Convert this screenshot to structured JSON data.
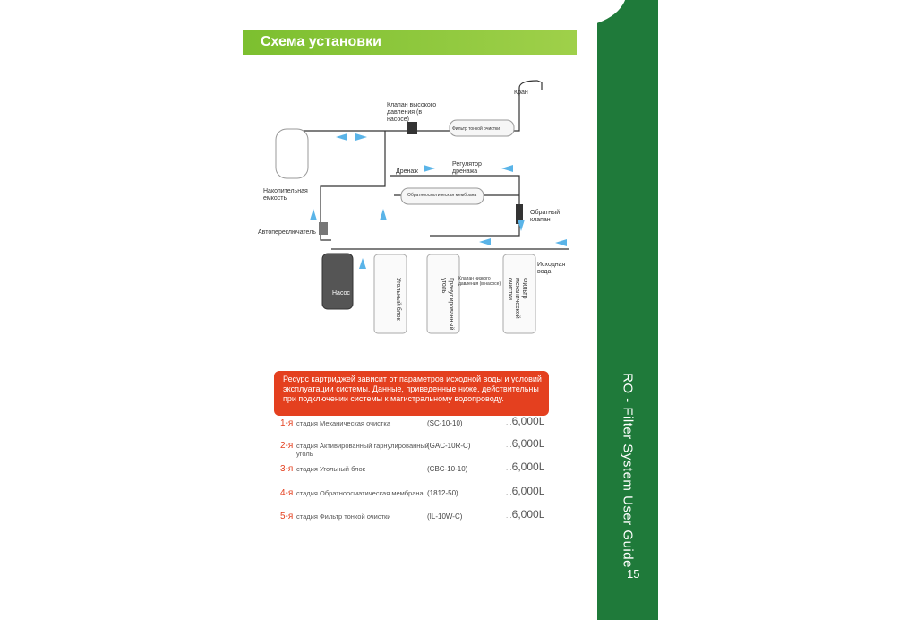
{
  "page": {
    "section_title": "Схема установки",
    "side_title": "RO - Filter System User Guide",
    "page_number": "15"
  },
  "diagram": {
    "labels": {
      "faucet": "Кран",
      "hp_valve": "Клапан высокого давления (в насосе)",
      "fine_filter": "Фильтр тонкой очистки",
      "drain": "Дренаж",
      "drain_regulator": "Регулятор дренажа",
      "tank": "Накопительная емкость",
      "membrane": "Обратноосмотическая мембрана",
      "check_valve": "Обратный клапан",
      "auto_switch": "Автопереключатель",
      "inlet": "Исходная вода",
      "pump": "Насос",
      "lp_valve": "Клапан низкого давления (в насосе)",
      "carbon_block": "Угольный блок",
      "granular_carbon": "Гранулированный уголь",
      "mechanical_filter": "Фильтр механической очистки"
    }
  },
  "notice": "Ресурс картриджей зависит от параметров исходной воды и условий эксплуатации системы. Данные, приведенные ниже, действительны при подключении системы к магистральному водопроводу.",
  "stages": [
    {
      "num": "1-я",
      "label": "стадия Механическая очистка",
      "code": "(SC-10-10)",
      "prefix": "...",
      "capacity": "6,000L"
    },
    {
      "num": "2-я",
      "label": "стадия Активированный гарнулированный уголь",
      "code": "(GAC-10R-C)",
      "prefix": "...",
      "capacity": "6,000L"
    },
    {
      "num": "3-я",
      "label": "стадия Угольный блок",
      "code": "(CBC-10-10)",
      "prefix": "...",
      "capacity": "6,000L"
    },
    {
      "num": "4-я",
      "label": "стадия Обратноосматическая мембрана",
      "code": "(1812-50)",
      "prefix": "...",
      "capacity": "6,000L"
    },
    {
      "num": "5-я",
      "label": "стадия Фильтр тонкой очистки",
      "code": "(IL-10W-C)",
      "prefix": "...",
      "capacity": "6,000L"
    }
  ],
  "colors": {
    "brand_green": "#1f7a3a",
    "title_green": "#8cc63f",
    "accent_red": "#e4401f",
    "arrow_blue": "#5ab4e8"
  }
}
